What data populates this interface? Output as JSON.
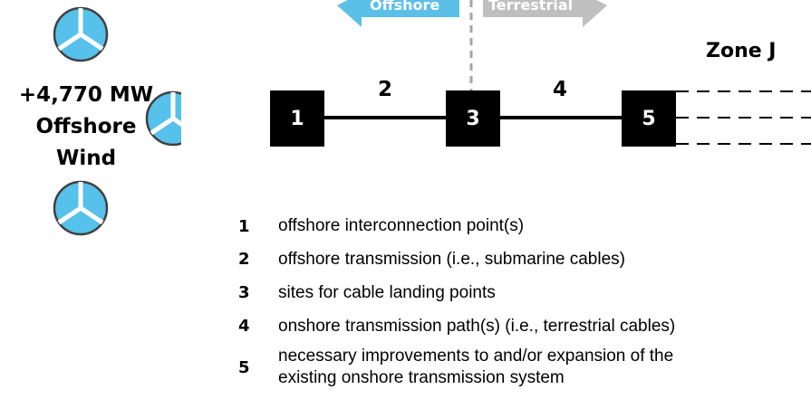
{
  "diagram": {
    "capacity_label": [
      "+4,770 MW",
      "Offshore",
      "Wind"
    ],
    "zone_label": "Zone J",
    "arrows": {
      "offshore_label": "Offshore",
      "terrestrial_label": "Terrestrial",
      "offshore_color": "#5BC0E8",
      "terrestrial_color": "#BFBFBF"
    },
    "nodes": [
      {
        "id": "node-1",
        "label": "1"
      },
      {
        "id": "node-3",
        "label": "3"
      },
      {
        "id": "node-5",
        "label": "5"
      }
    ],
    "segments": [
      {
        "id": "segment-2",
        "label": "2"
      },
      {
        "id": "segment-4",
        "label": "4"
      }
    ],
    "turbine_color": "#56C1EA",
    "legend": [
      {
        "num": "1",
        "lines": [
          "offshore interconnection point(s)"
        ]
      },
      {
        "num": "2",
        "lines": [
          "offshore transmission (i.e., submarine cables)"
        ]
      },
      {
        "num": "3",
        "lines": [
          "sites for cable landing points"
        ]
      },
      {
        "num": "4",
        "lines": [
          "onshore transmission path(s) (i.e., terrestrial cables)"
        ]
      },
      {
        "num": "5",
        "lines": [
          "necessary improvements to and/or expansion of the",
          "existing onshore transmission system"
        ]
      }
    ]
  }
}
